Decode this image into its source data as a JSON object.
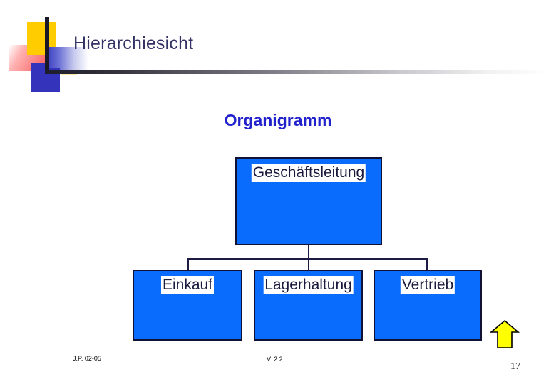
{
  "slide": {
    "title": "Hierarchiesicht",
    "background_color": "#ffffff",
    "title_color": "#333366"
  },
  "header_decoration": {
    "shapes": [
      {
        "name": "yellow-square",
        "color": "#ffcc00"
      },
      {
        "name": "red-gradient-square",
        "color": "#f8504f"
      },
      {
        "name": "blue-gradient-bar",
        "color": "#3b3fc0"
      },
      {
        "name": "blue-solid-square",
        "color": "#3333bb"
      },
      {
        "name": "black-vertical-bar",
        "color": "#181828"
      }
    ],
    "rule_gradient_from": "#1c1c2c",
    "rule_gradient_to": "#ffffff"
  },
  "organigram": {
    "heading": "Organigramm",
    "heading_color": "#2222cc",
    "box_fill": "#0a6cfc",
    "box_border": "#111133",
    "label_text_color": "#1a1a3c",
    "label_background": "#ffffff",
    "connector_color": "#1b1b44",
    "root": {
      "label": "Geschäftsleitung"
    },
    "children": [
      {
        "label": "Einkauf"
      },
      {
        "label": "Lagerhaltung"
      },
      {
        "label": "Vertrieb"
      }
    ]
  },
  "navigation": {
    "up_arrow_icon": "arrow-up-icon",
    "up_arrow_fill": "#ffff00",
    "up_arrow_stroke": "#000000"
  },
  "footer": {
    "author": "J.P. 02-05",
    "version": "V. 2.2",
    "page_number": "17"
  }
}
